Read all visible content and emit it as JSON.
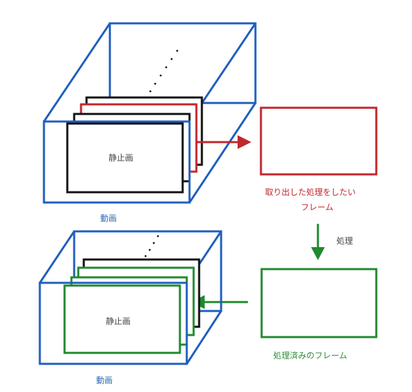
{
  "colors": {
    "video_box": "#1f5fbf",
    "frame_black": "#111111",
    "extract": "#c1272d",
    "processed": "#1f8a2e"
  },
  "top": {
    "still_label": "静止画",
    "video_label": "動画",
    "target_caption_line1": "取り出した処理をしたい",
    "target_caption_line2": "フレーム"
  },
  "process_label": "処理",
  "bottom": {
    "still_label": "静止画",
    "video_label": "動画",
    "processed_caption": "処理済みのフレーム"
  }
}
